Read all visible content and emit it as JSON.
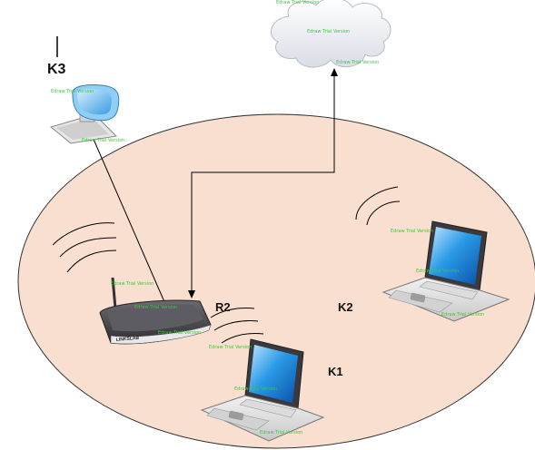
{
  "labels": {
    "k3": "K3",
    "r2": "R2",
    "k2": "K2",
    "k1": "K1"
  },
  "router": {
    "brand": "LINKSLAB"
  },
  "watermark": "Edraw Trial Version",
  "colors": {
    "network_area_fill": "#f8dfcf",
    "network_area_stroke": "#333333",
    "watermark": "#2fd22f",
    "cloud_fill": "#eef1f6",
    "screen_blue": "#1e88d8",
    "router_body": "#4a4a4e"
  },
  "icons": [
    "cloud-icon",
    "desktop-computer-icon",
    "router-icon",
    "laptop-icon",
    "wifi-signal-icon"
  ]
}
